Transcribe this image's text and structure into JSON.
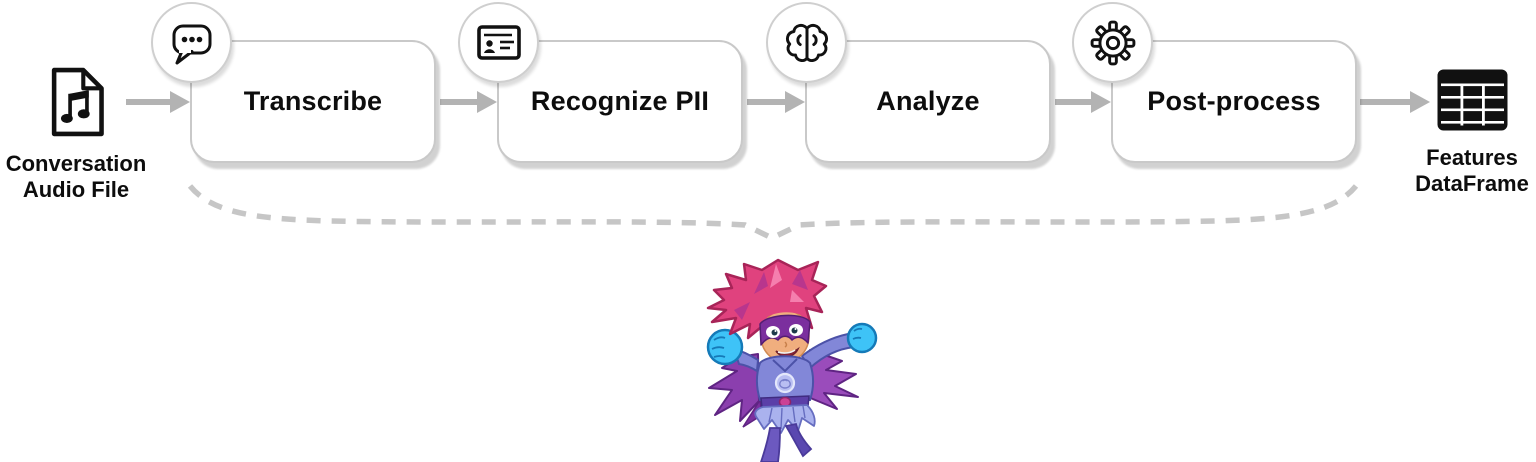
{
  "source": {
    "icon": "audio-file-icon",
    "label_line1": "Conversation",
    "label_line2": "Audio File"
  },
  "stages": [
    {
      "icon": "speech-bubble-icon",
      "label": "Transcribe"
    },
    {
      "icon": "id-card-icon",
      "label": "Recognize PII"
    },
    {
      "icon": "brain-icon",
      "label": "Analyze"
    },
    {
      "icon": "gear-icon",
      "label": "Post-process"
    }
  ],
  "output": {
    "icon": "dataframe-table-icon",
    "label_line1": "Features",
    "label_line2": "DataFrame"
  },
  "mascot": {
    "icon": "superhero-mascot"
  },
  "colors": {
    "arrow": "#b3b3b3",
    "box_border": "#c9c9c9",
    "box_fill": "#ffffff",
    "dashed_line": "#c6c6c6",
    "icon_ink": "#111111",
    "text": "#0d0d0d",
    "hero_hair": "#e0427e",
    "hero_mask": "#7b2f9e",
    "hero_glove": "#3ec3f7",
    "hero_suit": "#8287d8",
    "hero_cape": "#8b3fae",
    "hero_skirt": "#aab2ee",
    "hero_skin": "#f0ae7e"
  }
}
